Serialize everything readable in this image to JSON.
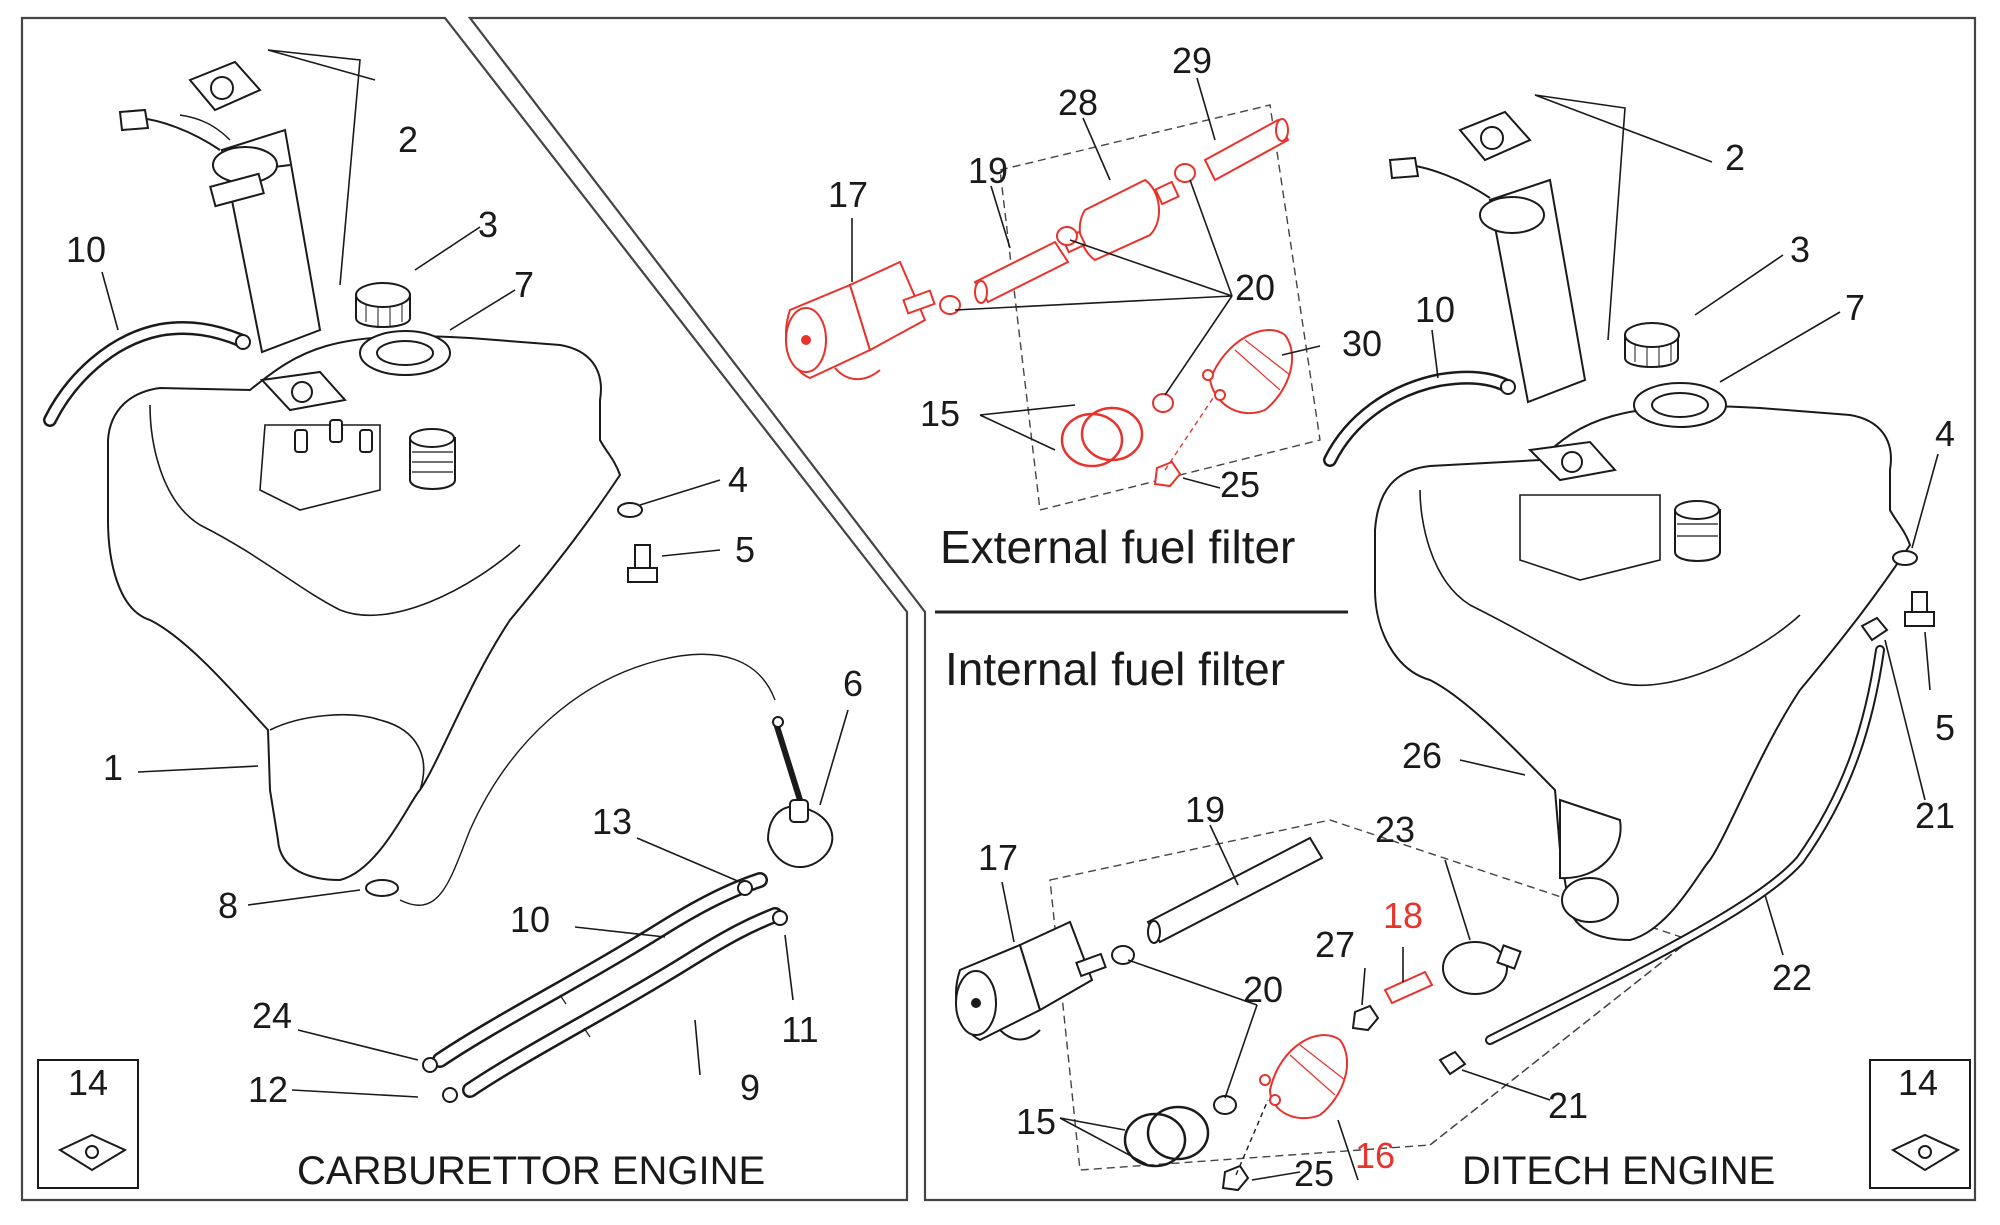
{
  "colors": {
    "ink": "#1a1a1a",
    "highlight": "#e8332d",
    "panel_border": "#444444",
    "part_fill": "#ffffff"
  },
  "headings": {
    "external": "External fuel filter",
    "internal": "Internal fuel filter",
    "left_engine": "CARBURETTOR ENGINE",
    "right_engine": "DITECH ENGINE"
  },
  "callouts": {
    "left": [
      "1",
      "2",
      "3",
      "4",
      "5",
      "6",
      "7",
      "8",
      "9",
      "10",
      "10",
      "11",
      "12",
      "13",
      "14",
      "24"
    ],
    "external": [
      "15",
      "17",
      "19",
      "20",
      "25",
      "28",
      "29",
      "30"
    ],
    "internal": [
      "15",
      "16",
      "17",
      "18",
      "19",
      "20",
      "25",
      "27"
    ],
    "right": [
      "2",
      "3",
      "4",
      "5",
      "7",
      "10",
      "14",
      "21",
      "21",
      "22",
      "23",
      "26"
    ]
  },
  "highlighted_callouts": [
    "16",
    "18"
  ],
  "icons": [
    "fuel-tank-icon",
    "fuel-pump-icon",
    "fuel-filter-icon",
    "fuel-cap-icon",
    "hose-clamp-icon",
    "bolt-icon",
    "washer-icon",
    "o-ring-icon",
    "spring-clip-icon"
  ]
}
